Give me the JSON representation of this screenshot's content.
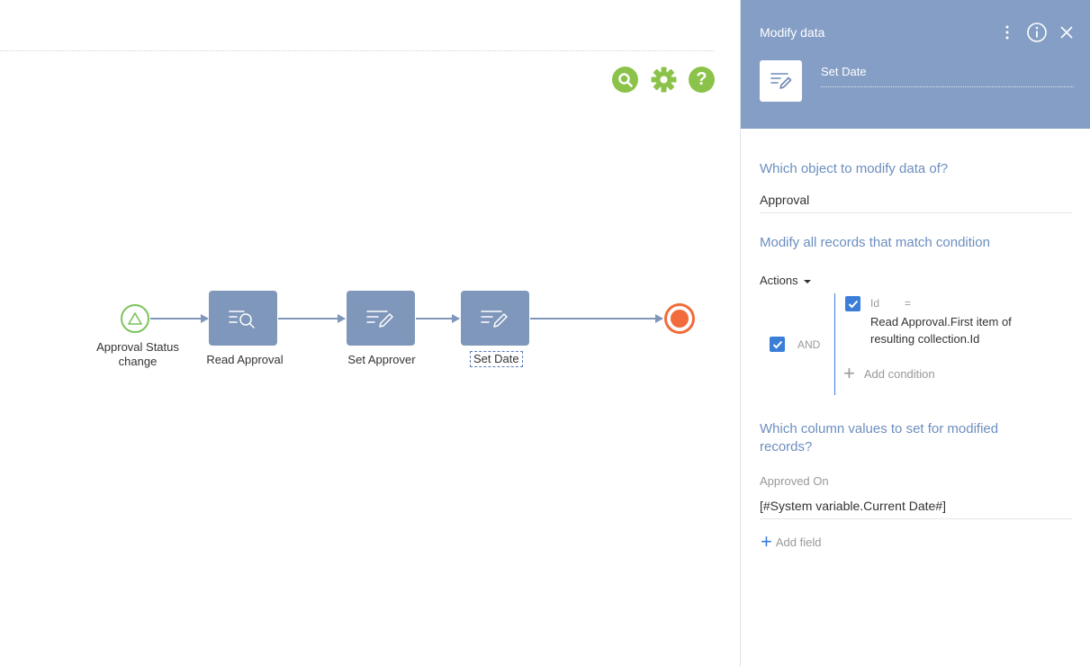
{
  "canvas": {
    "nodes": {
      "start_label": "Approval Status change",
      "read_approval_label": "Read Approval",
      "set_approver_label": "Set Approver",
      "set_date_label": "Set Date"
    },
    "toolbar": {
      "search": "search-icon",
      "settings": "gear-icon",
      "help": "?"
    }
  },
  "panel": {
    "title": "Modify data",
    "element_name": "Set Date",
    "object_question": "Which object to modify data of?",
    "object_value": "Approval",
    "condition_question": "Modify all records that match condition",
    "actions_label": "Actions",
    "group_operator": "AND",
    "condition": {
      "column": "Id",
      "operator": "=",
      "value": "Read Approval.First item of resulting collection.Id"
    },
    "add_condition_label": "Add condition",
    "columns_question": "Which column values to set for modified records?",
    "column_label": "Approved On",
    "column_value": "[#System variable.Current Date#]",
    "add_field_label": "Add field"
  },
  "colors": {
    "header": "#859ec5",
    "task": "#7f97ba",
    "accent_green": "#8bc34a",
    "end_event": "#f26b3a",
    "checkbox": "#3a7ed8",
    "section_text": "#6c8ebf"
  }
}
